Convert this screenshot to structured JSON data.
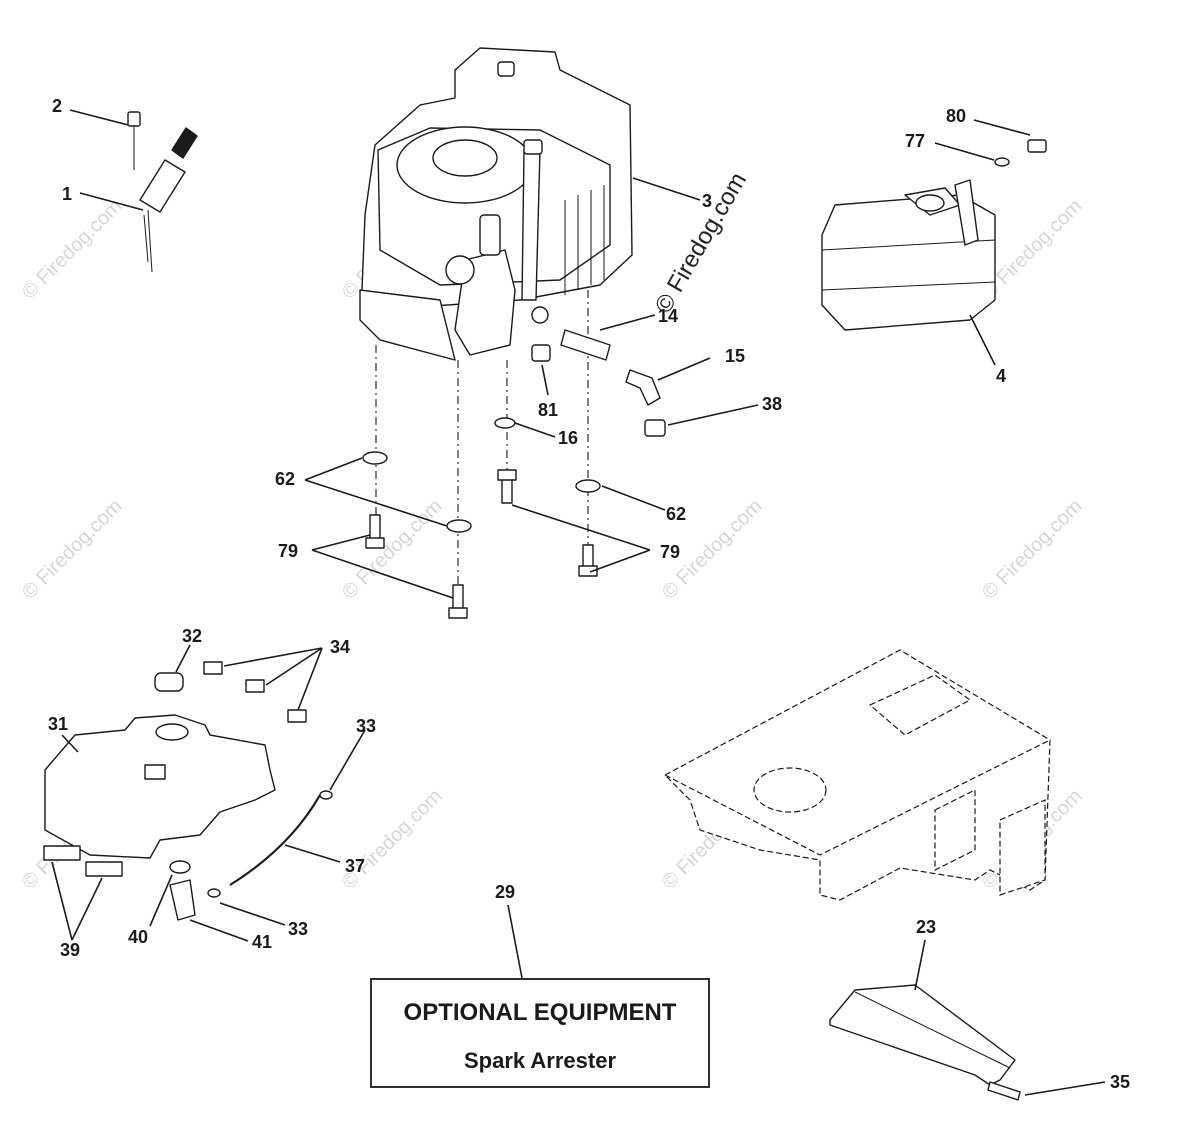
{
  "watermark": {
    "faint_text": "© Firedog.com",
    "prominent_text": "© Firedog.com"
  },
  "callouts": {
    "c1": "1",
    "c2": "2",
    "c3": "3",
    "c4": "4",
    "c14": "14",
    "c15": "15",
    "c16": "16",
    "c23": "23",
    "c29": "29",
    "c31": "31",
    "c32": "32",
    "c33a": "33",
    "c33b": "33",
    "c34": "34",
    "c35": "35",
    "c37": "37",
    "c38": "38",
    "c39": "39",
    "c40": "40",
    "c41": "41",
    "c62a": "62",
    "c62b": "62",
    "c77": "77",
    "c79a": "79",
    "c79b": "79",
    "c80": "80",
    "c81": "81"
  },
  "optional_box": {
    "title": "OPTIONAL EQUIPMENT",
    "subtitle": "Spark Arrester"
  }
}
